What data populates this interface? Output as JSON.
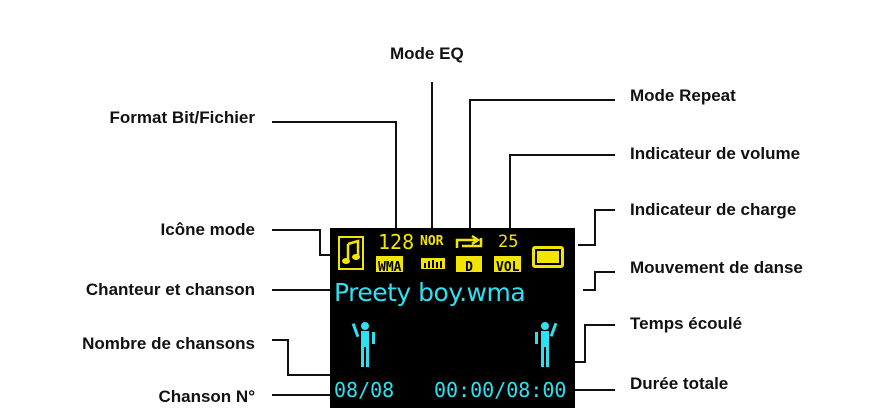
{
  "labels": {
    "mode_eq": "Mode EQ",
    "format": "Format Bit/Fichier",
    "mode_repeat": "Mode Repeat",
    "volume": "Indicateur de volume",
    "icon_mode": "Icône mode",
    "charge": "Indicateur de charge",
    "singer_song": "Chanteur et chanson",
    "dance": "Mouvement de danse",
    "song_count": "Nombre de chansons",
    "elapsed": "Temps écoulé",
    "song_no": "Chanson N°",
    "total": "Durée totale"
  },
  "screen": {
    "bitrate": "128",
    "format": "WMA",
    "eq": "NOR",
    "repeat": "D",
    "volume": "25",
    "volume_label": "VOL",
    "song": "Preety boy.wma",
    "track": "08/08",
    "time": "00:00/08:00"
  },
  "colors": {
    "yellow": "#f2e600",
    "cyan": "#2ee0f0",
    "background": "#000000"
  }
}
